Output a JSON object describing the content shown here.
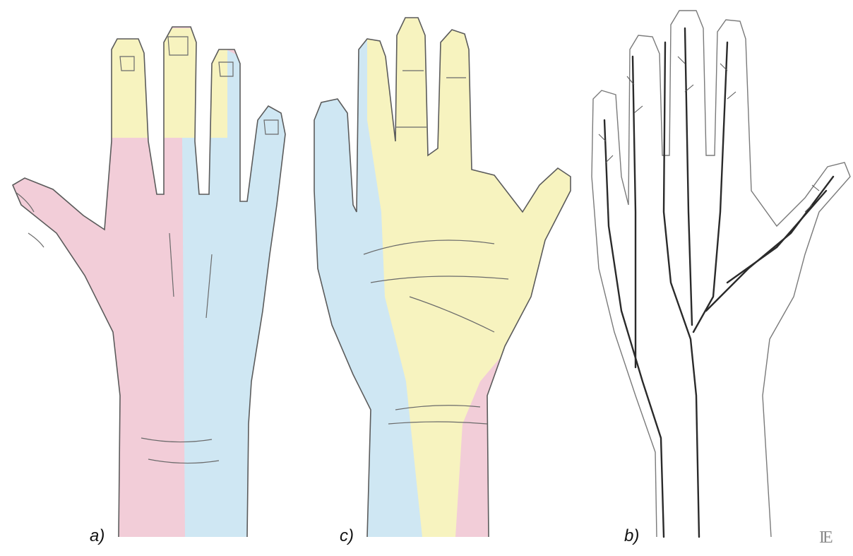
{
  "panels": {
    "a": {
      "label": "a)"
    },
    "c": {
      "label": "c)"
    },
    "b": {
      "label": "b)"
    }
  },
  "signature": "IE",
  "colors": {
    "pink_region": "#f2cdd8",
    "blue_region": "#cfe7f3",
    "yellow_region": "#f7f3bf",
    "outline": "#5b5b5b",
    "nerve": "#2a2a2a"
  }
}
